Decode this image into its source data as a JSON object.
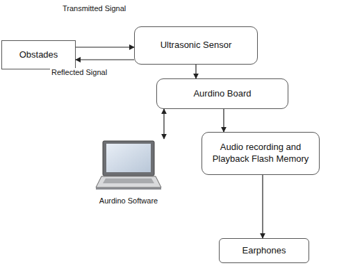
{
  "diagram": {
    "nodes": [
      {
        "text": [
          "Obstades"
        ]
      },
      {
        "text": [
          "Ultrasonic Sensor"
        ]
      },
      {
        "text": [
          "Aurdino Board"
        ]
      },
      {
        "text": [
          "Aurdino Software"
        ]
      },
      {
        "text": [
          "Audio recording and Playback Flash Memory"
        ]
      },
      {
        "text": [
          "Earphones"
        ]
      }
    ],
    "edges": [
      {
        "from": 0,
        "to": 1,
        "arrow": "to",
        "label": "Transmitted Signal"
      },
      {
        "from": 1,
        "to": 0,
        "arrow": "to",
        "label": "Reflected Signal"
      },
      {
        "from": 1,
        "to": 2,
        "arrow": "to"
      },
      {
        "from": 2,
        "to": 3,
        "arrow": "both"
      },
      {
        "from": 2,
        "to": 4,
        "arrow": "to"
      },
      {
        "from": 4,
        "to": 5,
        "arrow": "to"
      }
    ]
  }
}
